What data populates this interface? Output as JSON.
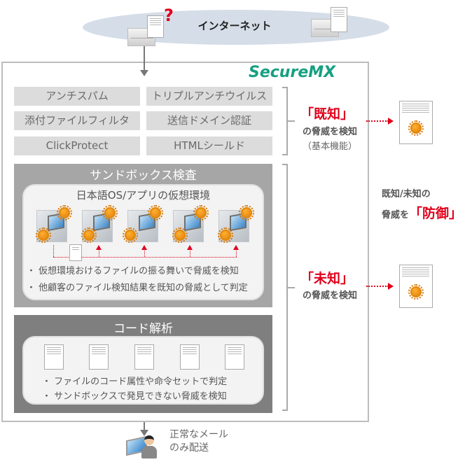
{
  "internet": {
    "label": "インターネット",
    "question_mark": "?"
  },
  "product": {
    "logo": "SecureMX"
  },
  "basic_features": [
    "アンチスパム",
    "トリプルアンチウイルス",
    "添付ファイルフィルタ",
    "送信ドメイン認証",
    "ClickProtect",
    "HTMLシールド"
  ],
  "known": {
    "title": "「既知」",
    "line1": "の脅威を検知",
    "line2": "（基本機能）"
  },
  "sandbox": {
    "title": "サンドボックス検査",
    "inner_title": "日本語OS/アプリの仮想環境",
    "vm_count": 5,
    "bullets": [
      "・ 仮想環境おけるファイルの振る舞いで脅威を検知",
      "・ 他顧客のファイル検知結果を既知の脅威として判定"
    ]
  },
  "unknown": {
    "title": "「未知」",
    "line1": "の脅威を検知"
  },
  "defense": {
    "line1": "既知/未知の",
    "line2_prefix": "脅威を",
    "line2_highlight": "「防御」"
  },
  "code_analysis": {
    "title": "コード解析",
    "doc_count": 5,
    "bullets": [
      "・ ファイルのコード属性や命令セットで判定",
      "・ サンドボックスで発見できない脅威を検知"
    ]
  },
  "delivery": {
    "line1": "正常なメール",
    "line2": "のみ配送"
  },
  "colors": {
    "accent_red": "#e0001b",
    "logo_green": "#16a082",
    "internet_bg": "#d5dde8"
  }
}
